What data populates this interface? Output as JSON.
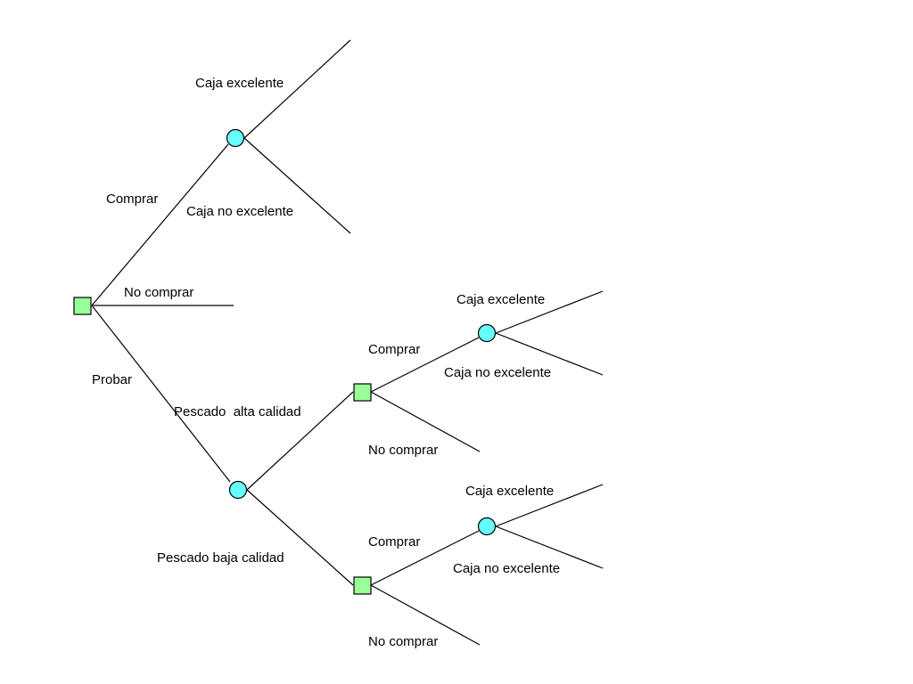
{
  "colors": {
    "decision_fill": "#99FF99",
    "chance_fill": "#66FFFF",
    "line": "#000000"
  },
  "tree": {
    "root": {
      "type": "decision",
      "branches": {
        "comprar": {
          "label": "Comprar",
          "chance": {
            "type": "chance",
            "excelente": "Caja excelente",
            "no_excelente": "Caja no excelente"
          }
        },
        "no_comprar": {
          "label": "No comprar"
        },
        "probar": {
          "label": "Probar",
          "chance": {
            "type": "chance",
            "alta": {
              "label": "Pescado  alta calidad",
              "decision": {
                "type": "decision",
                "comprar": {
                  "label": "Comprar",
                  "excelente": "Caja excelente",
                  "no_excelente": "Caja no excelente"
                },
                "no_comprar": "No comprar"
              }
            },
            "baja": {
              "label": "Pescado baja calidad",
              "decision": {
                "type": "decision",
                "comprar": {
                  "label": "Comprar",
                  "excelente": "Caja excelente",
                  "no_excelente": "Caja no excelente"
                },
                "no_comprar": "No comprar"
              }
            }
          }
        }
      }
    }
  }
}
